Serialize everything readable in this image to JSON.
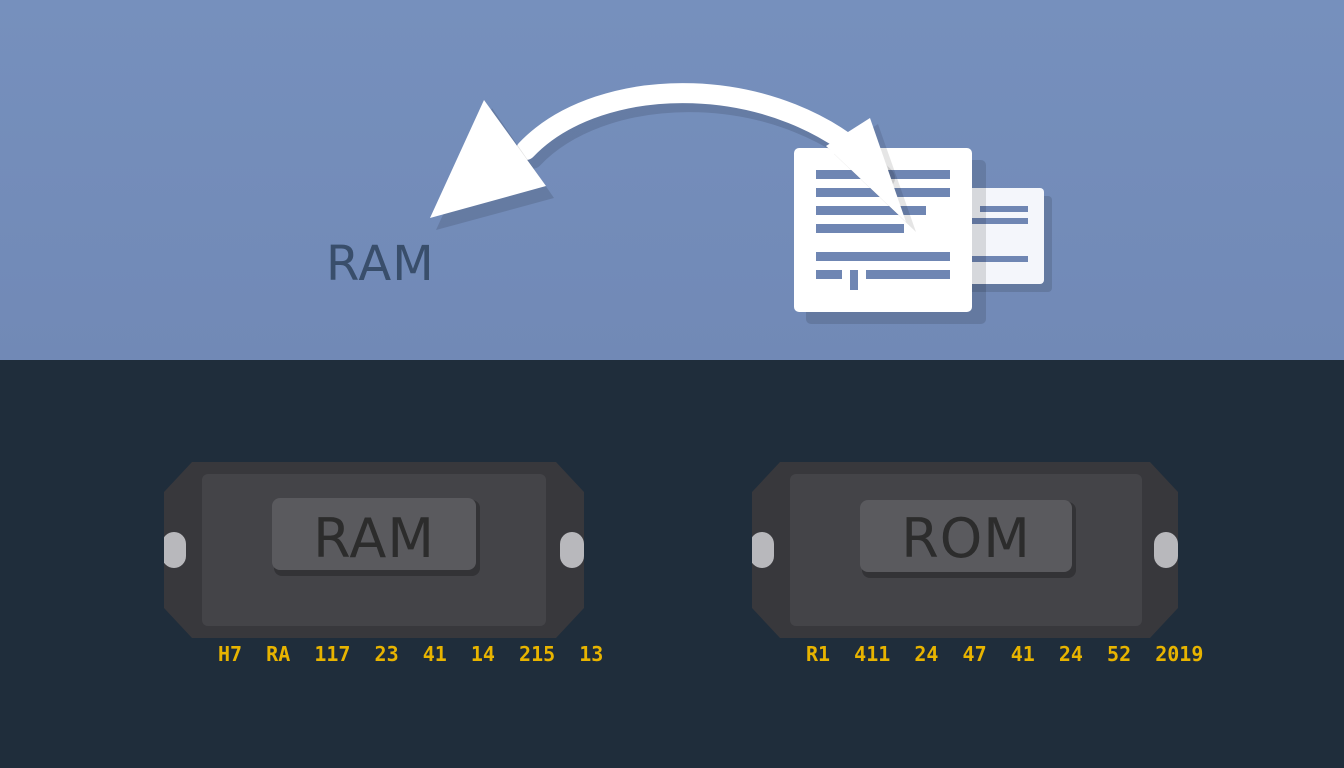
{
  "top": {
    "label": "RAM"
  },
  "modules": [
    {
      "label": "RAM",
      "codes": "H7  RA  117  23  41  14  215  13"
    },
    {
      "label": "ROM",
      "codes": "R1  411  24  47  41  24  52  2019"
    }
  ],
  "colors": {
    "top_bg": "#7690bd",
    "bottom_bg": "#1f2d3b",
    "arrow": "#ffffff",
    "doc": "#ffffff",
    "doc_lines": "#6f86b3",
    "module_body": "#38383c",
    "module_inner": "#444448",
    "chip": "#5a5a5e",
    "codes": "#e8b400"
  },
  "icons": [
    "curved-arrow-icon",
    "document-stack-icon"
  ]
}
